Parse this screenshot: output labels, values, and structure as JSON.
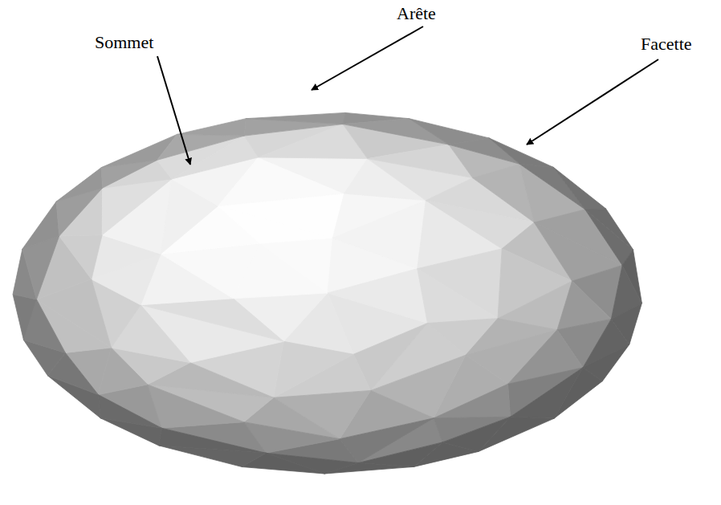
{
  "diagram": {
    "labels": [
      "Arête",
      "Sommet",
      "Facette"
    ]
  }
}
